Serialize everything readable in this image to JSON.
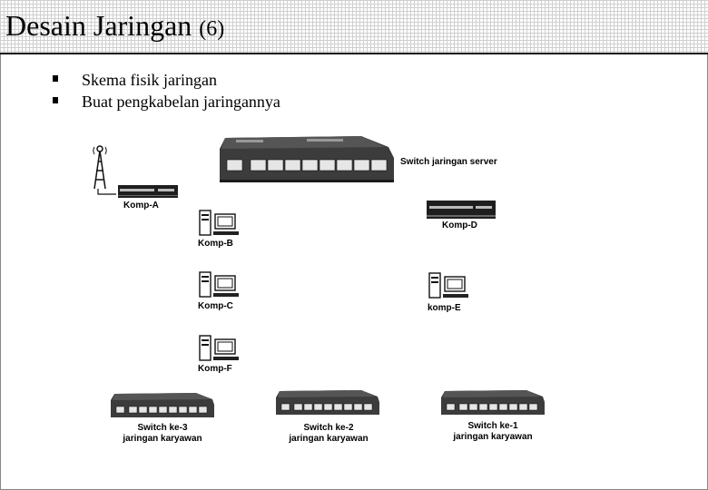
{
  "slide": {
    "title": "Desain Jaringan",
    "title_number": "(6)",
    "bullets": [
      "Skema fisik jaringan",
      "Buat pengkabelan jaringannya"
    ]
  },
  "diagram": {
    "server_switch_label": "Switch jaringan server",
    "komp_a": "Komp-A",
    "komp_b": "Komp-B",
    "komp_c": "Komp-C",
    "komp_d": "Komp-D",
    "komp_e": "komp-E",
    "komp_f": "Komp-F",
    "switch_3": [
      "Switch ke-3",
      "jaringan karyawan"
    ],
    "switch_2": [
      "Switch ke-2",
      "jaringan karyawan"
    ],
    "switch_1": [
      "Switch ke-1",
      "jaringan karyawan"
    ]
  }
}
